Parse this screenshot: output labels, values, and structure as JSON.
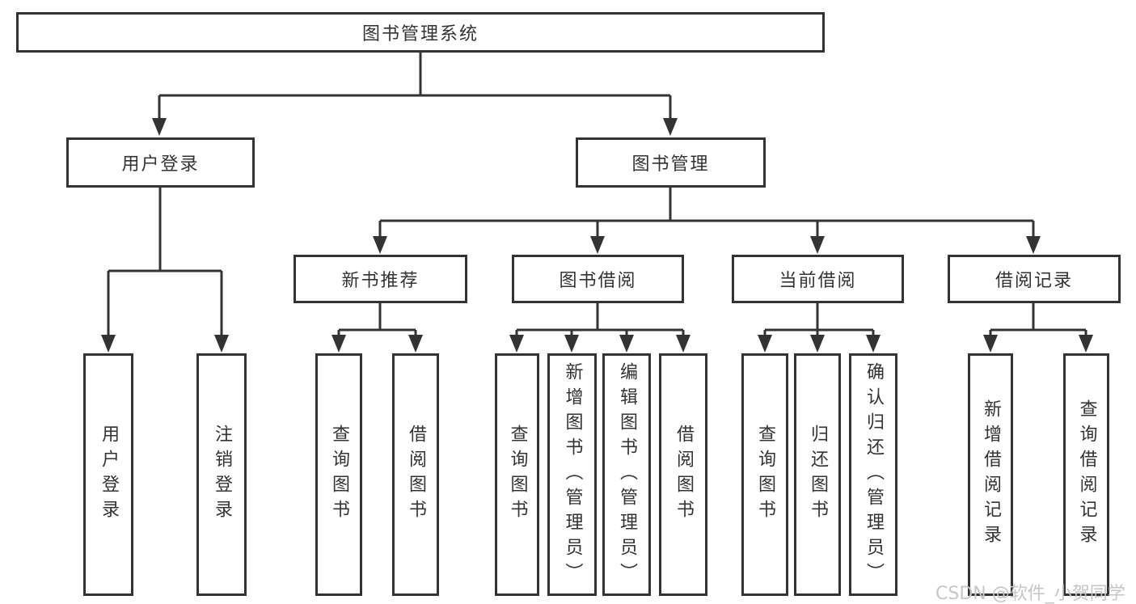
{
  "colors": {
    "line": "#333333",
    "text": "#333333",
    "bg": "#ffffff",
    "watermark": "#c6c6c6"
  },
  "watermark": "CSDN @软件_小贺同学",
  "nodes": {
    "root": "图书管理系统",
    "user_login": "用户登录",
    "book_management": "图书管理",
    "new_book_recommend": "新书推荐",
    "book_borrow": "图书借阅",
    "current_borrow": "当前借阅",
    "borrow_records": "借阅记录",
    "ul_user_login": "用户登录",
    "ul_logout": "注销登录",
    "nr_query_book": "查询图书",
    "nr_borrow_book": "借阅图书",
    "bb_query_book": "查询图书",
    "bb_add_book_admin": "新增图书（管理员）",
    "bb_edit_book_admin": "编辑图书（管理员）",
    "bb_borrow_book": "借阅图书",
    "cb_query_book": "查询图书",
    "cb_return_book": "归还图书",
    "cb_confirm_return_admin": "确认归还（管理员）",
    "br_add_record": "新增借阅记录",
    "br_query_record": "查询借阅记录"
  }
}
